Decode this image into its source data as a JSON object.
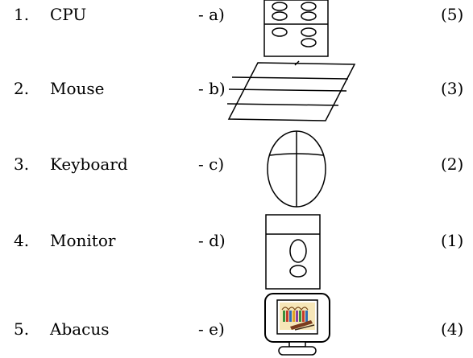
{
  "worksheet": {
    "rows": [
      {
        "number": "1.",
        "term": "CPU",
        "option": "- a)",
        "answer": "(5)",
        "picture": "abacus-drawing"
      },
      {
        "number": "2.",
        "term": "Mouse",
        "option": "- b)",
        "answer": "(3)",
        "picture": "keyboard-drawing"
      },
      {
        "number": "3.",
        "term": "Keyboard",
        "option": "- c)",
        "answer": "(2)",
        "picture": "mouse-drawing"
      },
      {
        "number": "4.",
        "term": "Monitor",
        "option": "- d)",
        "answer": "(1)",
        "picture": "cpu-drawing"
      },
      {
        "number": "5.",
        "term": "Abacus",
        "option": "- e)",
        "answer": "(4)",
        "picture": "monitor-drawing"
      }
    ]
  }
}
